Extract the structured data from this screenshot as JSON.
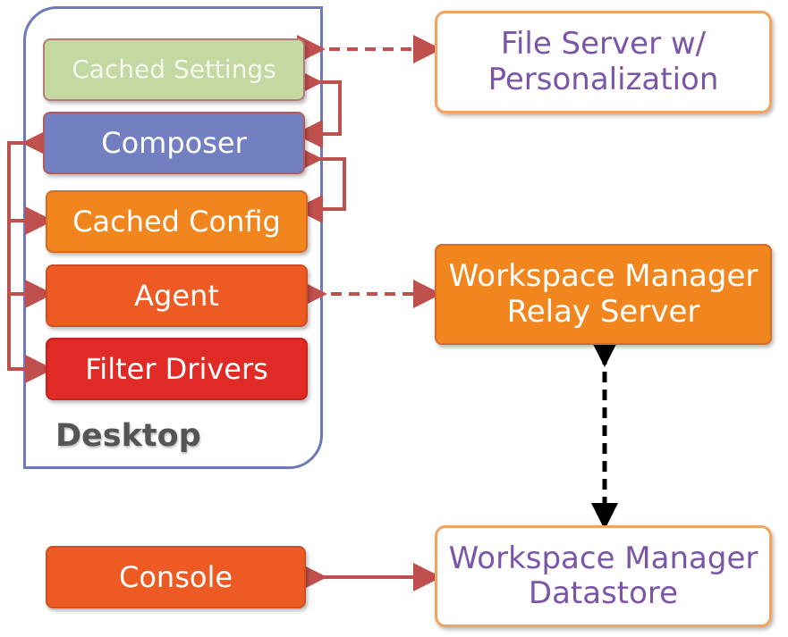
{
  "desktop": {
    "label": "Desktop",
    "components": {
      "cached_settings": "Cached Settings",
      "composer": "Composer",
      "cached_config": "Cached Config",
      "agent": "Agent",
      "filter_drivers": "Filter Drivers"
    }
  },
  "servers": {
    "file_server": "File Server w/ Personalization",
    "relay_server": "Workspace Manager Relay Server",
    "datastore": "Workspace Manager Datastore"
  },
  "console": {
    "label": "Console"
  },
  "colors": {
    "arrow": "#c0504d",
    "dashed_black": "#000000",
    "frame": "#6f79b8",
    "settings": "#c4d9a2",
    "composer": "#7280c1",
    "config": "#f0861d",
    "agent": "#ee5a24",
    "filter": "#e02a25",
    "server_text": "#7b55a8",
    "server_border": "#f3a35e"
  }
}
